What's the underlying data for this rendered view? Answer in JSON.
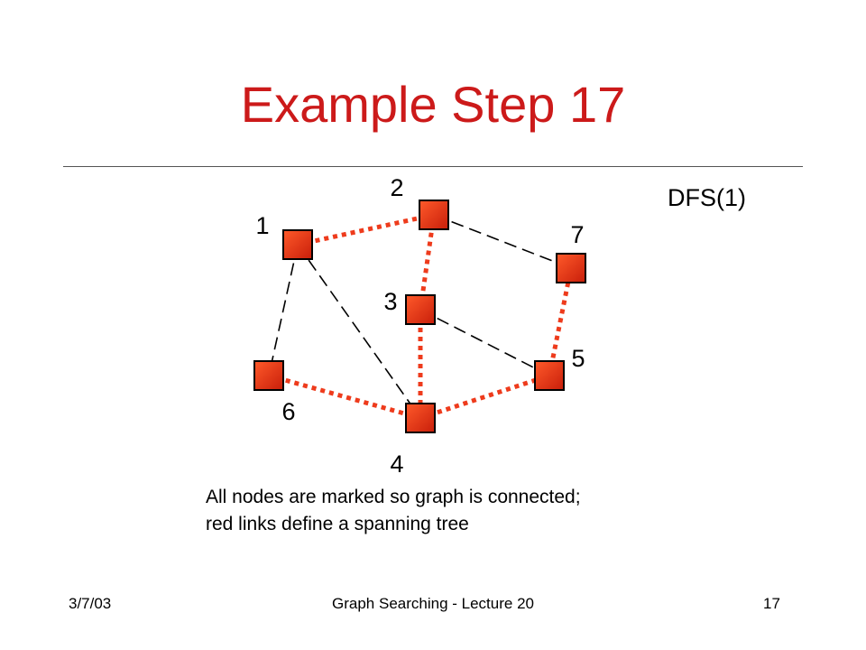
{
  "title": "Example Step 17",
  "dfs_label": "DFS(1)",
  "caption": {
    "line1": "All nodes are marked so graph is connected;",
    "line2": "red links define a spanning tree"
  },
  "footer": {
    "date": "3/7/03",
    "course": "Graph Searching - Lecture 20",
    "page": "17"
  },
  "colors": {
    "title": "#cc1a1a",
    "tree_edge": "#ee3b1c",
    "node_fill": "#e63312",
    "node_border": "#000000",
    "nontree_edge": "#000000"
  },
  "graph": {
    "nodes": [
      {
        "id": "1",
        "label": "1"
      },
      {
        "id": "2",
        "label": "2"
      },
      {
        "id": "3",
        "label": "3"
      },
      {
        "id": "4",
        "label": "4"
      },
      {
        "id": "5",
        "label": "5"
      },
      {
        "id": "6",
        "label": "6"
      },
      {
        "id": "7",
        "label": "7"
      }
    ],
    "tree_edges": [
      {
        "from": "1",
        "to": "2"
      },
      {
        "from": "2",
        "to": "3"
      },
      {
        "from": "3",
        "to": "4"
      },
      {
        "from": "4",
        "to": "6"
      },
      {
        "from": "4",
        "to": "5"
      },
      {
        "from": "5",
        "to": "7"
      }
    ],
    "nontree_edges": [
      {
        "from": "1",
        "to": "6"
      },
      {
        "from": "1",
        "to": "4"
      },
      {
        "from": "2",
        "to": "7"
      },
      {
        "from": "3",
        "to": "5"
      }
    ]
  }
}
